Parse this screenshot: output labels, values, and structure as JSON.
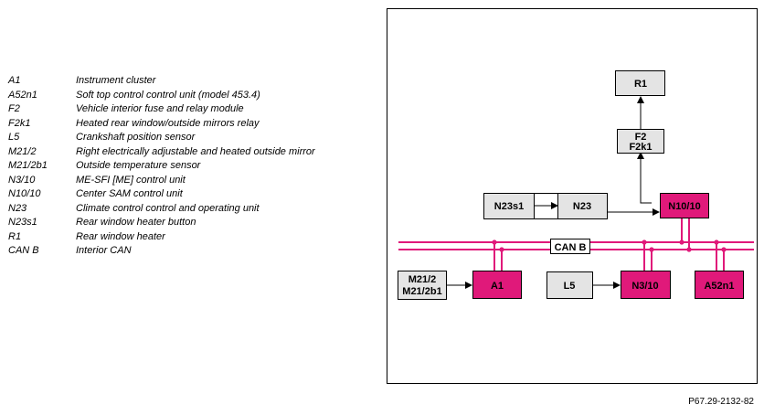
{
  "legend": [
    {
      "code": "A1",
      "desc": "Instrument cluster"
    },
    {
      "code": "A52n1",
      "desc": "Soft top control control unit (model 453.4)"
    },
    {
      "code": "F2",
      "desc": "Vehicle interior fuse and relay module"
    },
    {
      "code": "F2k1",
      "desc": "Heated rear window/outside mirrors relay"
    },
    {
      "code": "L5",
      "desc": "Crankshaft position sensor"
    },
    {
      "code": "M21/2",
      "desc": "Right electrically adjustable and heated outside mirror"
    },
    {
      "code": "M21/2b1",
      "desc": "Outside temperature sensor"
    },
    {
      "code": "N3/10",
      "desc": "ME-SFI [ME] control unit"
    },
    {
      "code": "N10/10",
      "desc": "Center SAM control unit"
    },
    {
      "code": "N23",
      "desc": "Climate control control and operating unit"
    },
    {
      "code": "N23s1",
      "desc": "Rear window heater button"
    },
    {
      "code": "R1",
      "desc": "Rear window heater"
    },
    {
      "code": "CAN B",
      "desc": "Interior CAN"
    }
  ],
  "diagram": {
    "components": {
      "r1": "R1",
      "f2_line1": "F2",
      "f2_line2": "F2k1",
      "n23s1": "N23s1",
      "n23": "N23",
      "n10_10": "N10/10",
      "can_b": "CAN B",
      "m21_line1": "M21/2",
      "m21_line2": "M21/2b1",
      "a1": "A1",
      "l5": "L5",
      "n3_10": "N3/10",
      "a52n1": "A52n1"
    },
    "colors": {
      "bus_magenta": "#e0197a",
      "module_magenta": "#e0197a",
      "box_gray": "#e4e4e4",
      "outline": "#000000"
    }
  },
  "reference": "P67.29-2132-82"
}
